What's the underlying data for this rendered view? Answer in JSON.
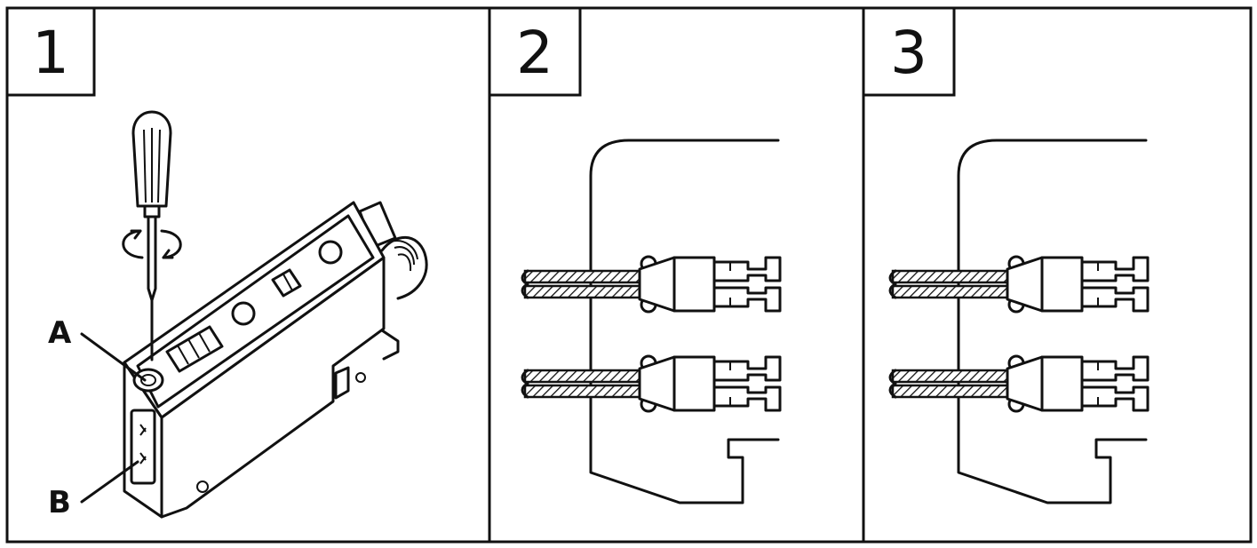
{
  "panels": [
    {
      "step": "1",
      "callouts": {
        "a": "A",
        "b": "B"
      }
    },
    {
      "step": "2"
    },
    {
      "step": "3"
    }
  ]
}
